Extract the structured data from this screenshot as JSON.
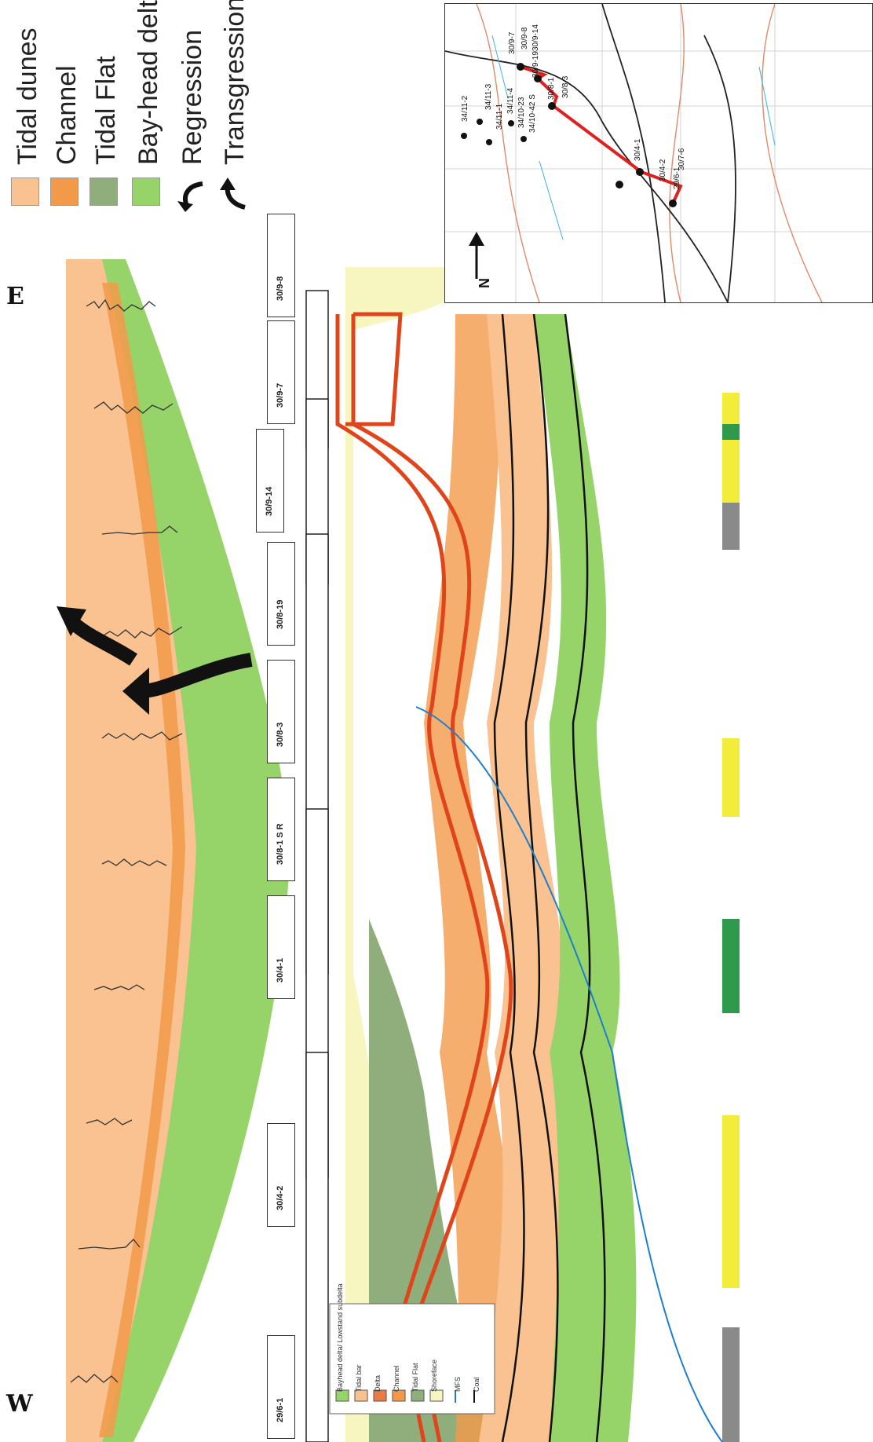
{
  "legend": {
    "items": [
      {
        "label": "Tidal dunes",
        "color": "#f9c290"
      },
      {
        "label": "Channel",
        "color": "#f39a4a"
      },
      {
        "label": "Tidal Flat",
        "color": "#8fae7c"
      },
      {
        "label": "Bay-head delta",
        "color": "#96d46a"
      }
    ],
    "arrows": [
      {
        "label": "Regression",
        "icon": "regression-arrow-icon"
      },
      {
        "label": "Transgression",
        "icon": "transgression-arrow-icon"
      }
    ]
  },
  "compass": {
    "west": "W",
    "east": "E",
    "north": "N"
  },
  "wells": [
    "29/6-1",
    "30/4-2",
    "30/4-1",
    "30/8-1 S R",
    "30/8-3",
    "30/8-19",
    "30/9-14",
    "30/9-7",
    "30/9-8"
  ],
  "map_labels": [
    "34/11-2",
    "34/11-3",
    "34/11-1",
    "34/11-4",
    "34/10-23",
    "34/10-42 S",
    "30/4-1",
    "29/6-1",
    "30/4-2",
    "30/7-6",
    "30/8-1",
    "30/8-3",
    "30/9-19",
    "30/9-7",
    "30/9-8",
    "30/9-14"
  ],
  "section_legend": [
    "Bayhead delta/ Lowstand subdelta",
    "Tidal bar",
    "Delta",
    "Channel",
    "Tidal Flat",
    "Shoreface",
    "MFS",
    "Coal"
  ],
  "colors": {
    "tidal_dunes": "#f9c290",
    "channel": "#f39a4a",
    "tidal_flat": "#8fae7c",
    "bayhead_delta": "#96d46a",
    "shoreface": "#f8f6c0",
    "correlation_line": "#e0441b",
    "map_route": "#e0201e"
  }
}
